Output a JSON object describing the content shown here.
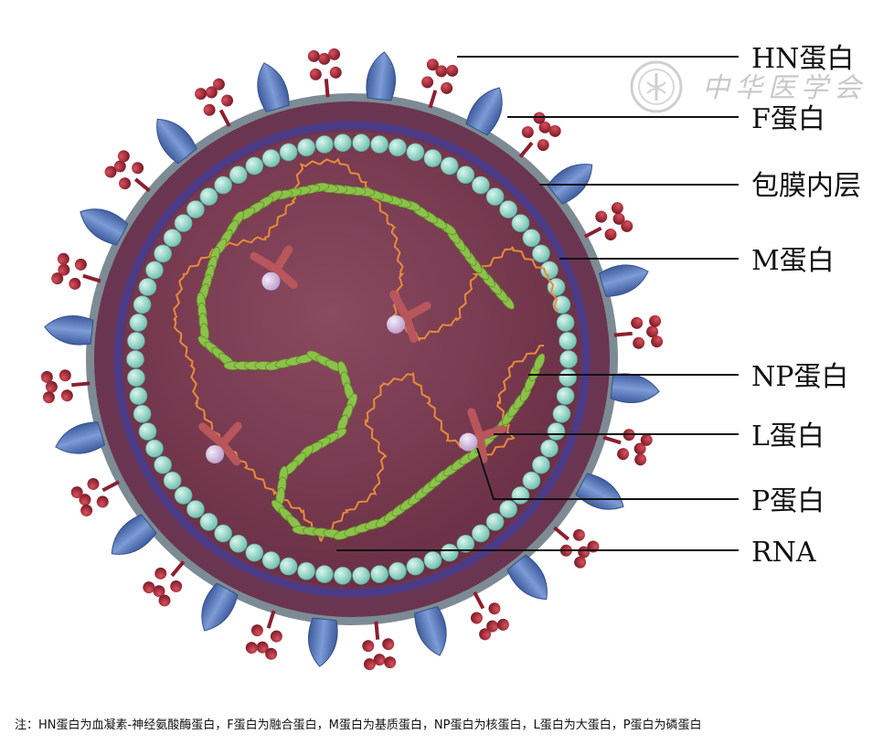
{
  "labels": {
    "hn": "HN蛋白",
    "f": "F蛋白",
    "envelope": "包膜内层",
    "m": "M蛋白",
    "np": "NP蛋白",
    "l": "L蛋白",
    "p": "P蛋白",
    "rna": "RNA"
  },
  "watermark": {
    "text": "中华医学会"
  },
  "note": "注：HN蛋白为血凝素-神经氨酸酶蛋白，F蛋白为融合蛋白，M蛋白为基质蛋白，NP蛋白为核蛋白，L蛋白为大蛋白，P蛋白为磷蛋白",
  "colors": {
    "background": "#ffffff",
    "core": "#7a3d52",
    "envelope_outer": "#7d8b95",
    "envelope_mid": "#6a3550",
    "envelope_inner": "#4b3a86",
    "m_protein": "#8fd6c4",
    "np_protein": "#8cc24a",
    "rna": "#e88a3a",
    "f_protein": "#5a78b8",
    "hn_protein": "#a82a3a",
    "l_protein": "#b8565c",
    "p_protein": "#d8c4e4",
    "leader_line": "#111111"
  }
}
